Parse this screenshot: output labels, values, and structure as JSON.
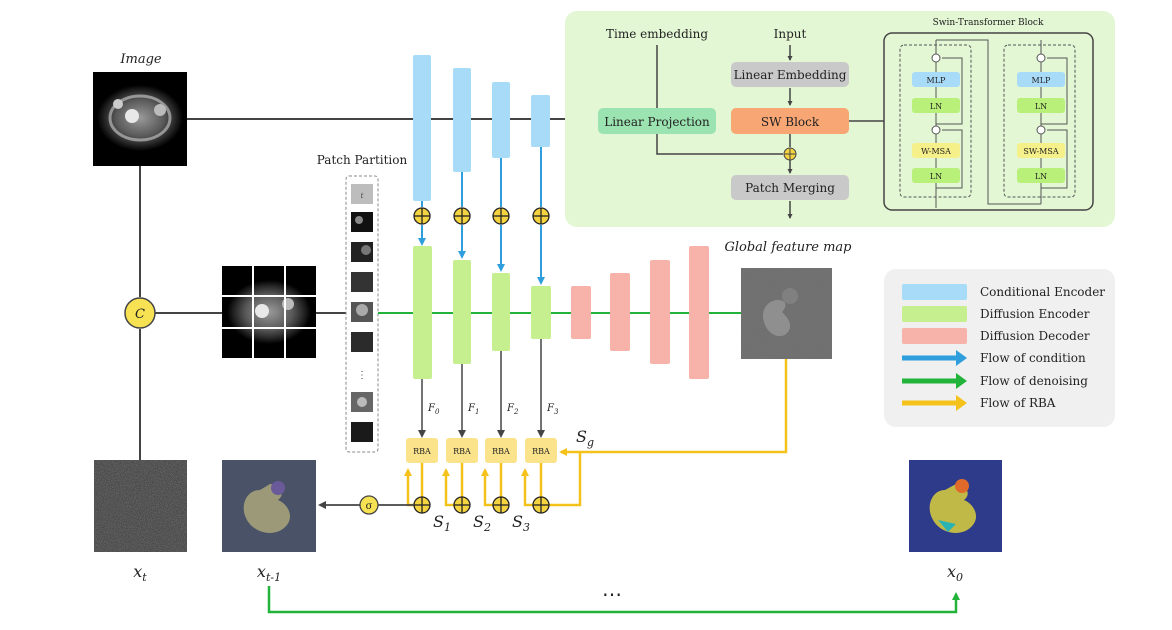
{
  "colors": {
    "conditional_encoder": "#a8dbf7",
    "diffusion_encoder": "#c6ef8f",
    "diffusion_decoder": "#f7b3aa",
    "flow_condition": "#2e9fdc",
    "flow_denoising": "#22b33a",
    "flow_rba": "#f5c21b",
    "rba_box": "#fbe38b",
    "panel_bg": "#e4f7d4",
    "legend_bg": "#f0f0f0",
    "line": "#444444"
  },
  "labels": {
    "image": "Image",
    "patch_partition": "Patch Partition",
    "global_feature_map": "Global feature map",
    "concat": "C",
    "sigma": "σ",
    "ellipsis": "⋯",
    "vdots": "⋮",
    "patch_t": "t",
    "x_t": "x",
    "x_t_sub": "t",
    "x_t1": "x",
    "x_t1_sub": "t-1",
    "x_0": "x",
    "x_0_sub": "0",
    "S_g": "S",
    "S_g_sub": "g"
  },
  "features": [
    {
      "main": "F",
      "sub": "0"
    },
    {
      "main": "F",
      "sub": "1"
    },
    {
      "main": "F",
      "sub": "2"
    },
    {
      "main": "F",
      "sub": "3"
    }
  ],
  "skips": [
    {
      "main": "S",
      "sub": "1"
    },
    {
      "main": "S",
      "sub": "2"
    },
    {
      "main": "S",
      "sub": "3"
    }
  ],
  "rba_label": "RBA",
  "swin_panel": {
    "time_embedding": "Time embedding",
    "input": "Input",
    "linear_embedding": "Linear Embedding",
    "linear_projection": "Linear Projection",
    "sw_block": "SW Block",
    "patch_merging": "Patch Merging",
    "block_title": "Swin-Transformer Block",
    "mlp": "MLP",
    "ln": "LN",
    "w_msa": "W-MSA",
    "sw_msa": "SW-MSA"
  },
  "legend": [
    {
      "label": "Conditional Encoder",
      "kind": "box",
      "color": "#a8dbf7"
    },
    {
      "label": "Diffusion Encoder",
      "kind": "box",
      "color": "#c6ef8f"
    },
    {
      "label": "Diffusion Decoder",
      "kind": "box",
      "color": "#f7b3aa"
    },
    {
      "label": "Flow of condition",
      "kind": "arrow",
      "color": "#2e9fdc"
    },
    {
      "label": "Flow of denoising",
      "kind": "arrow",
      "color": "#22b33a"
    },
    {
      "label": "Flow of RBA",
      "kind": "arrow",
      "color": "#f5c21b"
    }
  ]
}
